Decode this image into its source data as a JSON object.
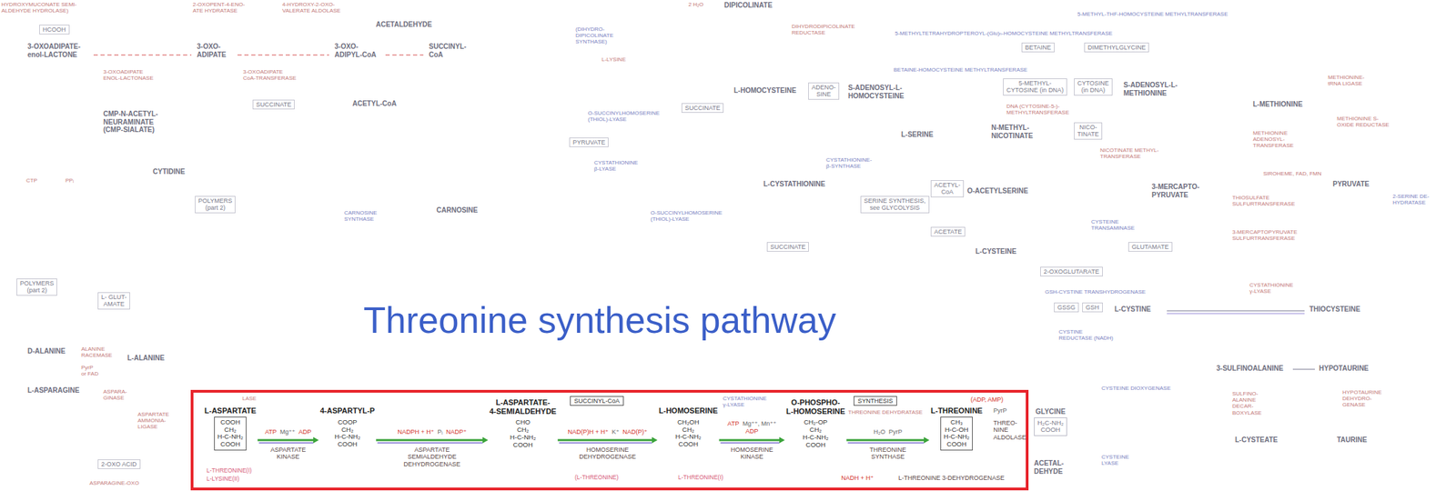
{
  "diagram": {
    "title": "Threonine synthesis pathway",
    "nodes": [
      {
        "text": [
          "HCOOH"
        ]
      },
      {
        "text": [
          "SUCCINATE"
        ]
      },
      {
        "text": [
          "POLYMERS (part 2)"
        ]
      },
      {
        "text": [
          "PYRUVATE"
        ]
      },
      {
        "text": [
          "SUCCINATE"
        ]
      },
      {
        "text": [
          "ADENO- SINE"
        ]
      },
      {
        "text": [
          "BETAINE"
        ]
      },
      {
        "text": [
          "DIMETHYLGLYCINE"
        ]
      },
      {
        "text": [
          "5-METHYL- CYTOSINE (in DNA)"
        ]
      },
      {
        "text": [
          "CYTOSINE (in DNA)"
        ]
      },
      {
        "text": [
          "NICO- TINATE"
        ]
      },
      {
        "text": [
          "SERINE SYNTHESIS, see GLYCOLYSIS"
        ]
      },
      {
        "text": [
          "ACETYL- CoA"
        ]
      },
      {
        "text": [
          "ACETATE"
        ]
      },
      {
        "text": [
          "SUCCINATE"
        ]
      },
      {
        "text": [
          "GLUTAMATE"
        ]
      },
      {
        "text": [
          "2-OXOGLUTARATE"
        ]
      },
      {
        "text": [
          "GSSG"
        ]
      },
      {
        "text": [
          "GSH"
        ]
      },
      {
        "text": [
          "POLYMERS (part 2)"
        ]
      },
      {
        "text": [
          "L- GLUT- AMATE"
        ]
      },
      {
        "text": [
          "SUCCINYL-CoA"
        ]
      },
      {
        "text": [
          "SYNTHESIS"
        ]
      },
      {
        "text": [
          "L-ASPARTATE",
          "COOH CH₂ H-C-NH₂ COOH"
        ]
      },
      {
        "text": [
          "4-ASPARTYL-P",
          "COOP CH₂ H-C-NH₂ COOH"
        ]
      },
      {
        "text": [
          "L-ASPARTATE- 4-SEMIALDEHYDE",
          "CHO CH₂ H-C-NH₂ COOH"
        ]
      },
      {
        "text": [
          "L-HOMOSERINE",
          "CH₂OH CH₂ H-C-NH₂ COOH"
        ]
      },
      {
        "text": [
          "O-PHOSPHO- L-HOMOSERINE",
          "CH₂-OP CH₂ H-C-NH₂ COOH"
        ]
      },
      {
        "text": [
          "L-THREONINE",
          "CH₃ H-C-OH H-C-NH₂ COOH"
        ]
      },
      {
        "text": [
          "GLYCINE",
          "H₂C-NH₂ COOH"
        ]
      },
      {
        "text": [
          "2-OXO ACID"
        ]
      }
    ],
    "edges": [
      {
        "from": 23,
        "to": 24,
        "arrow": "to"
      },
      {
        "from": 24,
        "to": 25,
        "arrow": "to"
      },
      {
        "from": 25,
        "to": 26,
        "arrow": "to"
      },
      {
        "from": 26,
        "to": 27,
        "arrow": "to"
      },
      {
        "from": 27,
        "to": 28,
        "arrow": "to"
      }
    ],
    "labels": [
      "HYDROXYMUCONATE SEMI- ALDEHYDE HYDROLASE)",
      "2-OXOPENT-4-ENO- ATE HYDRATASE",
      "4-HYDROXY-2-OXO- VALERATE ALDOLASE",
      "ACETALDEHYDE",
      "3-OXOADIPATE- enol-LACTONE",
      "3-OXO- ADIPATE",
      "3-OXO- ADIPYL-CoA",
      "SUCCINYL- CoA",
      "3-OXOADIPATE ENOL-LACTONASE",
      "3-OXOADIPATE CoA-TRANSFERASE",
      "ACETYL-CoA",
      "CMP-N-ACETYL- NEURAMINATE (CMP-SIALATE)",
      "CYTIDINE",
      "CTP",
      "PPᵢ",
      "CARNOSINE SYNTHASE",
      "CARNOSINE",
      "2 H₂O",
      "DIPICOLINATE",
      "(DIHYDRO- DIPICOLINATE SYNTHASE)",
      "DIHYDRODIPICOLINATE REDUCTASE",
      "L-LYSINE",
      "5-METHYL-THF-HOMOCYSTEINE METHYLTRANSFERASE",
      "5-METHYLTETRAHYDROPTEROYL-(Glu)ₙ-HOMOCYSTEINE METHYLTRANSFERASE",
      "BETAINE-HOMOCYSTEINE METHYLTRANSFERASE",
      "METHIONINE- tRNA LIGASE",
      "L-HOMOCYSTEINE",
      "S-ADENOSYL-L- HOMOCYSTEINE",
      "S-ADENOSYL-L- METHIONINE",
      "L-METHIONINE",
      "O-SUCCINYLHOMOSERINE (THIOL)-LYASE",
      "DNA (CYTOSINE-5-)- METHYLTRANSFERASE",
      "METHIONINE S- OXIDE REDUCTASE",
      "N-METHYL- NICOTINATE",
      "L-SERINE",
      "METHIONINE ADENOSYL- TRANSFERASE",
      "NICOTINATE METHYL- TRANSFERASE",
      "CYSTATHIONINE β-LYASE",
      "CYSTATHIONINE- β-SYNTHASE",
      "SIROHEME, FAD, FMN",
      "PYRUVATE",
      "L-CYSTATHIONINE",
      "3-MERCAPTO- PYRUVATE",
      "O-ACETYLSERINE",
      "2-SERINE DE- HYDRATASE",
      "THIOSULFATE SULFURTRANSFERASE",
      "O-SUCCINYLHOMOSERINE (THIOL)-LYASE",
      "CYSTEINE TRANSAMINASE",
      "3-MERCAPTOPYRUVATE SULFURTRANSFERASE",
      "L-CYSTEINE",
      "CYSTATHIONINE γ-LYASE",
      "GSH-CYSTINE TRANSHYDROGENASE",
      "L-CYSTINE",
      "THIOCYSTEINE",
      "CYSTINE REDUCTASE (NADH)",
      "3-SULFINOALANINE",
      "HYPOTAURINE",
      "CYSTEINE DIOXYGENASE",
      "HYPOTAURINE DEHYDRO- GENASE",
      "SULFINO- ALANINE DECAR- BOXYLASE",
      "L-CYSTEATE",
      "TAURINE",
      "CYSTEINE LYASE",
      "ACETAL- DEHYDE",
      "D-ALANINE",
      "ALANINE RACEMASE",
      "PyrP or FAD",
      "L-ALANINE",
      "L-ASPARAGINE",
      "ASPARA- GINASE",
      "ASPARTATE AMMONIA- LIGASE",
      "ASPARAGINE-OXO",
      "LASE",
      "CYSTATHIONINE γ-LYASE",
      "THREONINE DEHYDRATASE",
      "(ADP, AMP)",
      "PyrP",
      "THREO- NINE ALDOLASE",
      "L-THREONINE(I)",
      "L-LYSINE(II)",
      "(L-THREONINE)",
      "L-THREONINE(I)",
      "NADH + H⁺",
      "L-THREONINE 3-DEHYDROGENASE",
      "ATP",
      "Mg⁺⁺",
      "ADP",
      "ASPARTATE KINASE",
      "NADPH + H⁺",
      "Pᵢ",
      "NADP⁺",
      "ASPARTATE SEMIALDEHYDE DEHYDROGENASE",
      "NAD(P)H + H⁺",
      "K⁺",
      "NAD(P)⁺",
      "HOMOSERINE DEHYDROGENASE",
      "ATP",
      "Mg⁺⁺, Mn⁺⁺",
      "ADP",
      "HOMOSERINE KINASE",
      "H₂O",
      "PyrP",
      "THREONINE SYNTHASE"
    ]
  }
}
